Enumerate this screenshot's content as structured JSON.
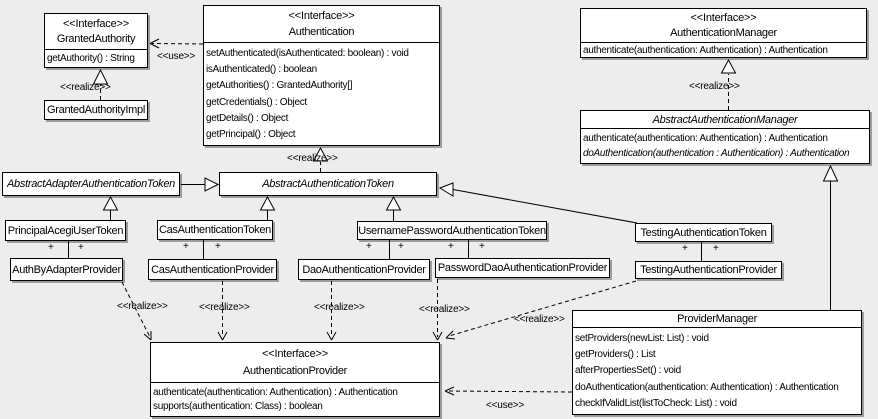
{
  "diagram": {
    "background_color": "#ededed",
    "box_fill": "#ffffff",
    "border_color": "#000000",
    "shadow_color": "#9c9c9c"
  },
  "labels": {
    "use": "<<use>>",
    "realize": "<<realize>>",
    "plus": "+"
  },
  "classes": {
    "granted_authority": {
      "stereotype": "<<Interface>>",
      "name": "GrantedAuthority",
      "methods": [
        "getAuthority() : String"
      ]
    },
    "granted_authority_impl": {
      "name": "GrantedAuthorityImpl"
    },
    "authentication": {
      "stereotype": "<<Interface>>",
      "name": "Authentication",
      "methods": [
        "setAuthenticated(isAuthenticated: boolean) : void",
        "isAuthenticated() : boolean",
        "getAuthorities() : GrantedAuthority[]",
        "getCredentials() : Object",
        "getDetails() : Object",
        "getPrincipal() : Object"
      ]
    },
    "authentication_manager": {
      "stereotype": "<<Interface>>",
      "name": "AuthenticationManager",
      "methods": [
        "authenticate(authentication: Authentication) : Authentication"
      ]
    },
    "abstract_authentication_manager": {
      "name": "AbstractAuthenticationManager",
      "methods": [
        "authenticate(authentication: Authentication) : Authentication",
        "doAuthentication(authentication : Authentication) : Authentication"
      ]
    },
    "abstract_adapter_authentication_token": {
      "name": "AbstractAdapterAuthenticationToken"
    },
    "abstract_authentication_token": {
      "name": "AbstractAuthenticationToken"
    },
    "principal_acegi_user_token": {
      "name": "PrincipalAcegiUserToken"
    },
    "cas_authentication_token": {
      "name": "CasAuthenticationToken"
    },
    "username_password_authentication_token": {
      "name": "UsernamePasswordAuthenticationToken"
    },
    "testing_authentication_token": {
      "name": "TestingAuthenticationToken"
    },
    "auth_by_adapter_provider": {
      "name": "AuthByAdapterProvider"
    },
    "cas_authentication_provider": {
      "name": "CasAuthenticationProvider"
    },
    "dao_authentication_provider": {
      "name": "DaoAuthenticationProvider"
    },
    "password_dao_authentication_provider": {
      "name": "PasswordDaoAuthenticationProvider"
    },
    "testing_authentication_provider": {
      "name": "TestingAuthenticationProvider"
    },
    "authentication_provider": {
      "stereotype": "<<Interface>>",
      "name": "AuthenticationProvider",
      "methods": [
        "authenticate(authentication: Authentication) : Authentication",
        "supports(authentication: Class) : boolean"
      ]
    },
    "provider_manager": {
      "name": "ProviderManager",
      "methods": [
        "setProviders(newList: List) : void",
        "getProviders() : List",
        "afterPropertiesSet() : void",
        "doAuthentication(authentication: Authentication) : Authentication",
        "checkIfValidList(listToCheck: List) : void"
      ]
    }
  }
}
